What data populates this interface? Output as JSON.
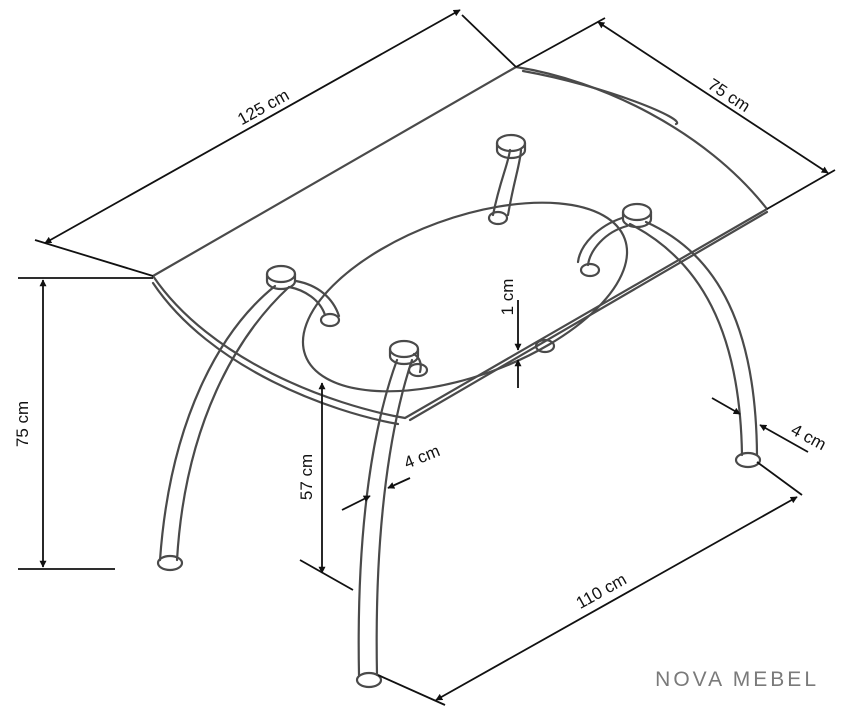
{
  "dimensions": {
    "length": "125 cm",
    "width": "75 cm",
    "height": "75 cm",
    "shelf_height": "57 cm",
    "glass_thickness": "1 cm",
    "leg_diameter_front": "4 cm",
    "leg_diameter_right": "4 cm",
    "leg_span": "110 cm"
  },
  "brand": "NOVA MEBEL",
  "colors": {
    "line": "#111111",
    "furniture": "#4a4a4a",
    "brand": "#7a7a7a"
  }
}
